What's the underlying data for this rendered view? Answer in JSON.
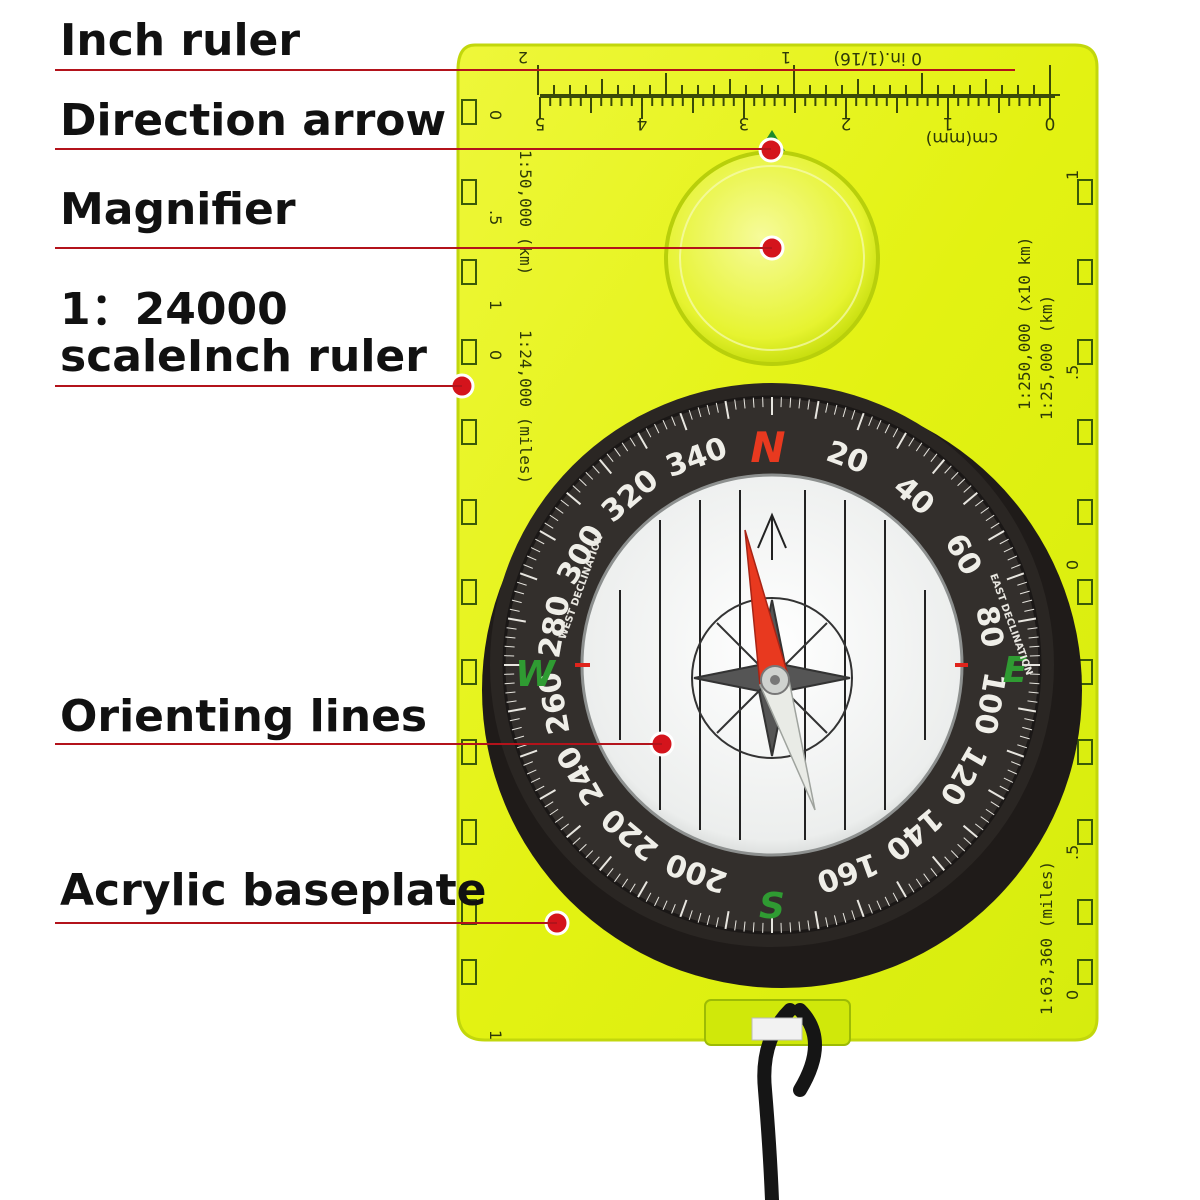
{
  "callouts": [
    {
      "id": "inch-ruler",
      "label": "Inch ruler"
    },
    {
      "id": "direction-arrow",
      "label": "Direction arrow"
    },
    {
      "id": "magnifier",
      "label": "Magnifier"
    },
    {
      "id": "scale",
      "label_line1": "1：24000",
      "label_line2": "scaleInch ruler"
    },
    {
      "id": "orienting-lines",
      "label": "Orienting lines"
    },
    {
      "id": "acrylic-baseplate",
      "label": "Acrylic baseplate"
    }
  ],
  "ruler": {
    "inch_label": "0 in.(1/16)",
    "inch_numbers": [
      "2",
      "1"
    ],
    "cm_label": "cm(mm)",
    "cm_numbers": [
      "0",
      "1",
      "2",
      "3",
      "4",
      "5"
    ]
  },
  "baseplate_text": {
    "left_scale_1": "1:50,000 (km)",
    "left_scale_2": "1:24,000 (miles)",
    "right_scale_1": "1:250,000 (x10 km)",
    "right_scale_2": "1:25,000 (km)",
    "right_scale_3": "1:63,360 (miles)",
    "left_marks": [
      "0",
      ".5",
      "1",
      "0",
      "1"
    ],
    "right_marks": [
      "1",
      ".5",
      "0",
      ".5",
      "0"
    ]
  },
  "bezel": {
    "cardinals": [
      "N",
      "E",
      "S",
      "W"
    ],
    "degrees": [
      "20",
      "40",
      "60",
      "80",
      "100",
      "120",
      "140",
      "160",
      "200",
      "220",
      "240",
      "260",
      "280",
      "300",
      "320",
      "340"
    ],
    "west_declination": "WEST DECLINATION",
    "east_declination": "EAST DECLINATION"
  },
  "colors": {
    "baseplate": "#e3f212",
    "ring": "#2a2623",
    "needle_red": "#e8391f",
    "cardinal_green": "#2f9b32",
    "leader": "#b3131b",
    "dot": "#d4141c"
  }
}
